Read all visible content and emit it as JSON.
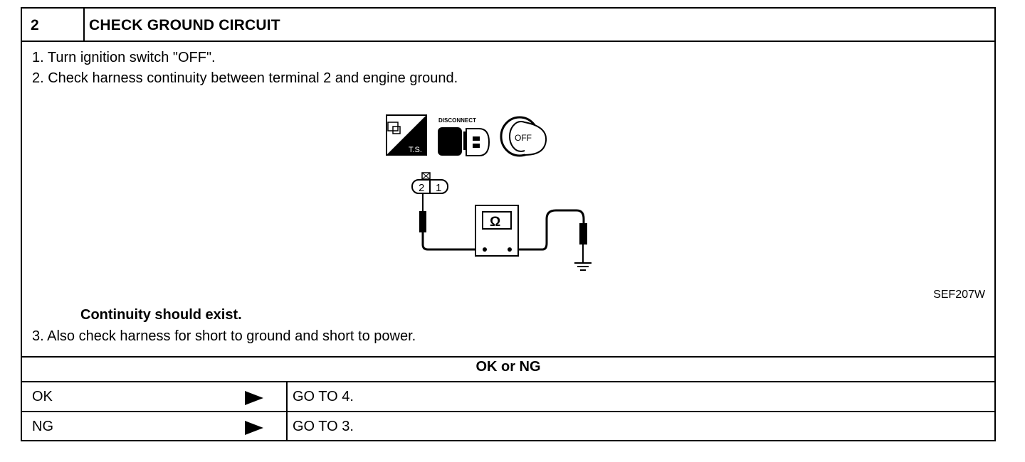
{
  "header": {
    "step": "2",
    "title": "CHECK GROUND CIRCUIT"
  },
  "instructions": {
    "line1": "1.  Turn ignition switch \"OFF\".",
    "line2": "2.  Check harness continuity between terminal 2 and engine ground.",
    "continuity_note": "Continuity should exist.",
    "line3": "3.  Also check harness for short to ground and short to power."
  },
  "figure": {
    "code": "SEF207W",
    "icon_ts_label": "T.S.",
    "icon_disconnect_label": "DISCONNECT",
    "icon_off_label": "OFF",
    "connector_pin_left": "2",
    "connector_pin_right": "1",
    "meter_symbol": "Ω"
  },
  "result": {
    "heading": "OK or NG",
    "rows": [
      {
        "label": "OK",
        "action": "GO TO 4."
      },
      {
        "label": "NG",
        "action": "GO TO 3."
      }
    ]
  }
}
